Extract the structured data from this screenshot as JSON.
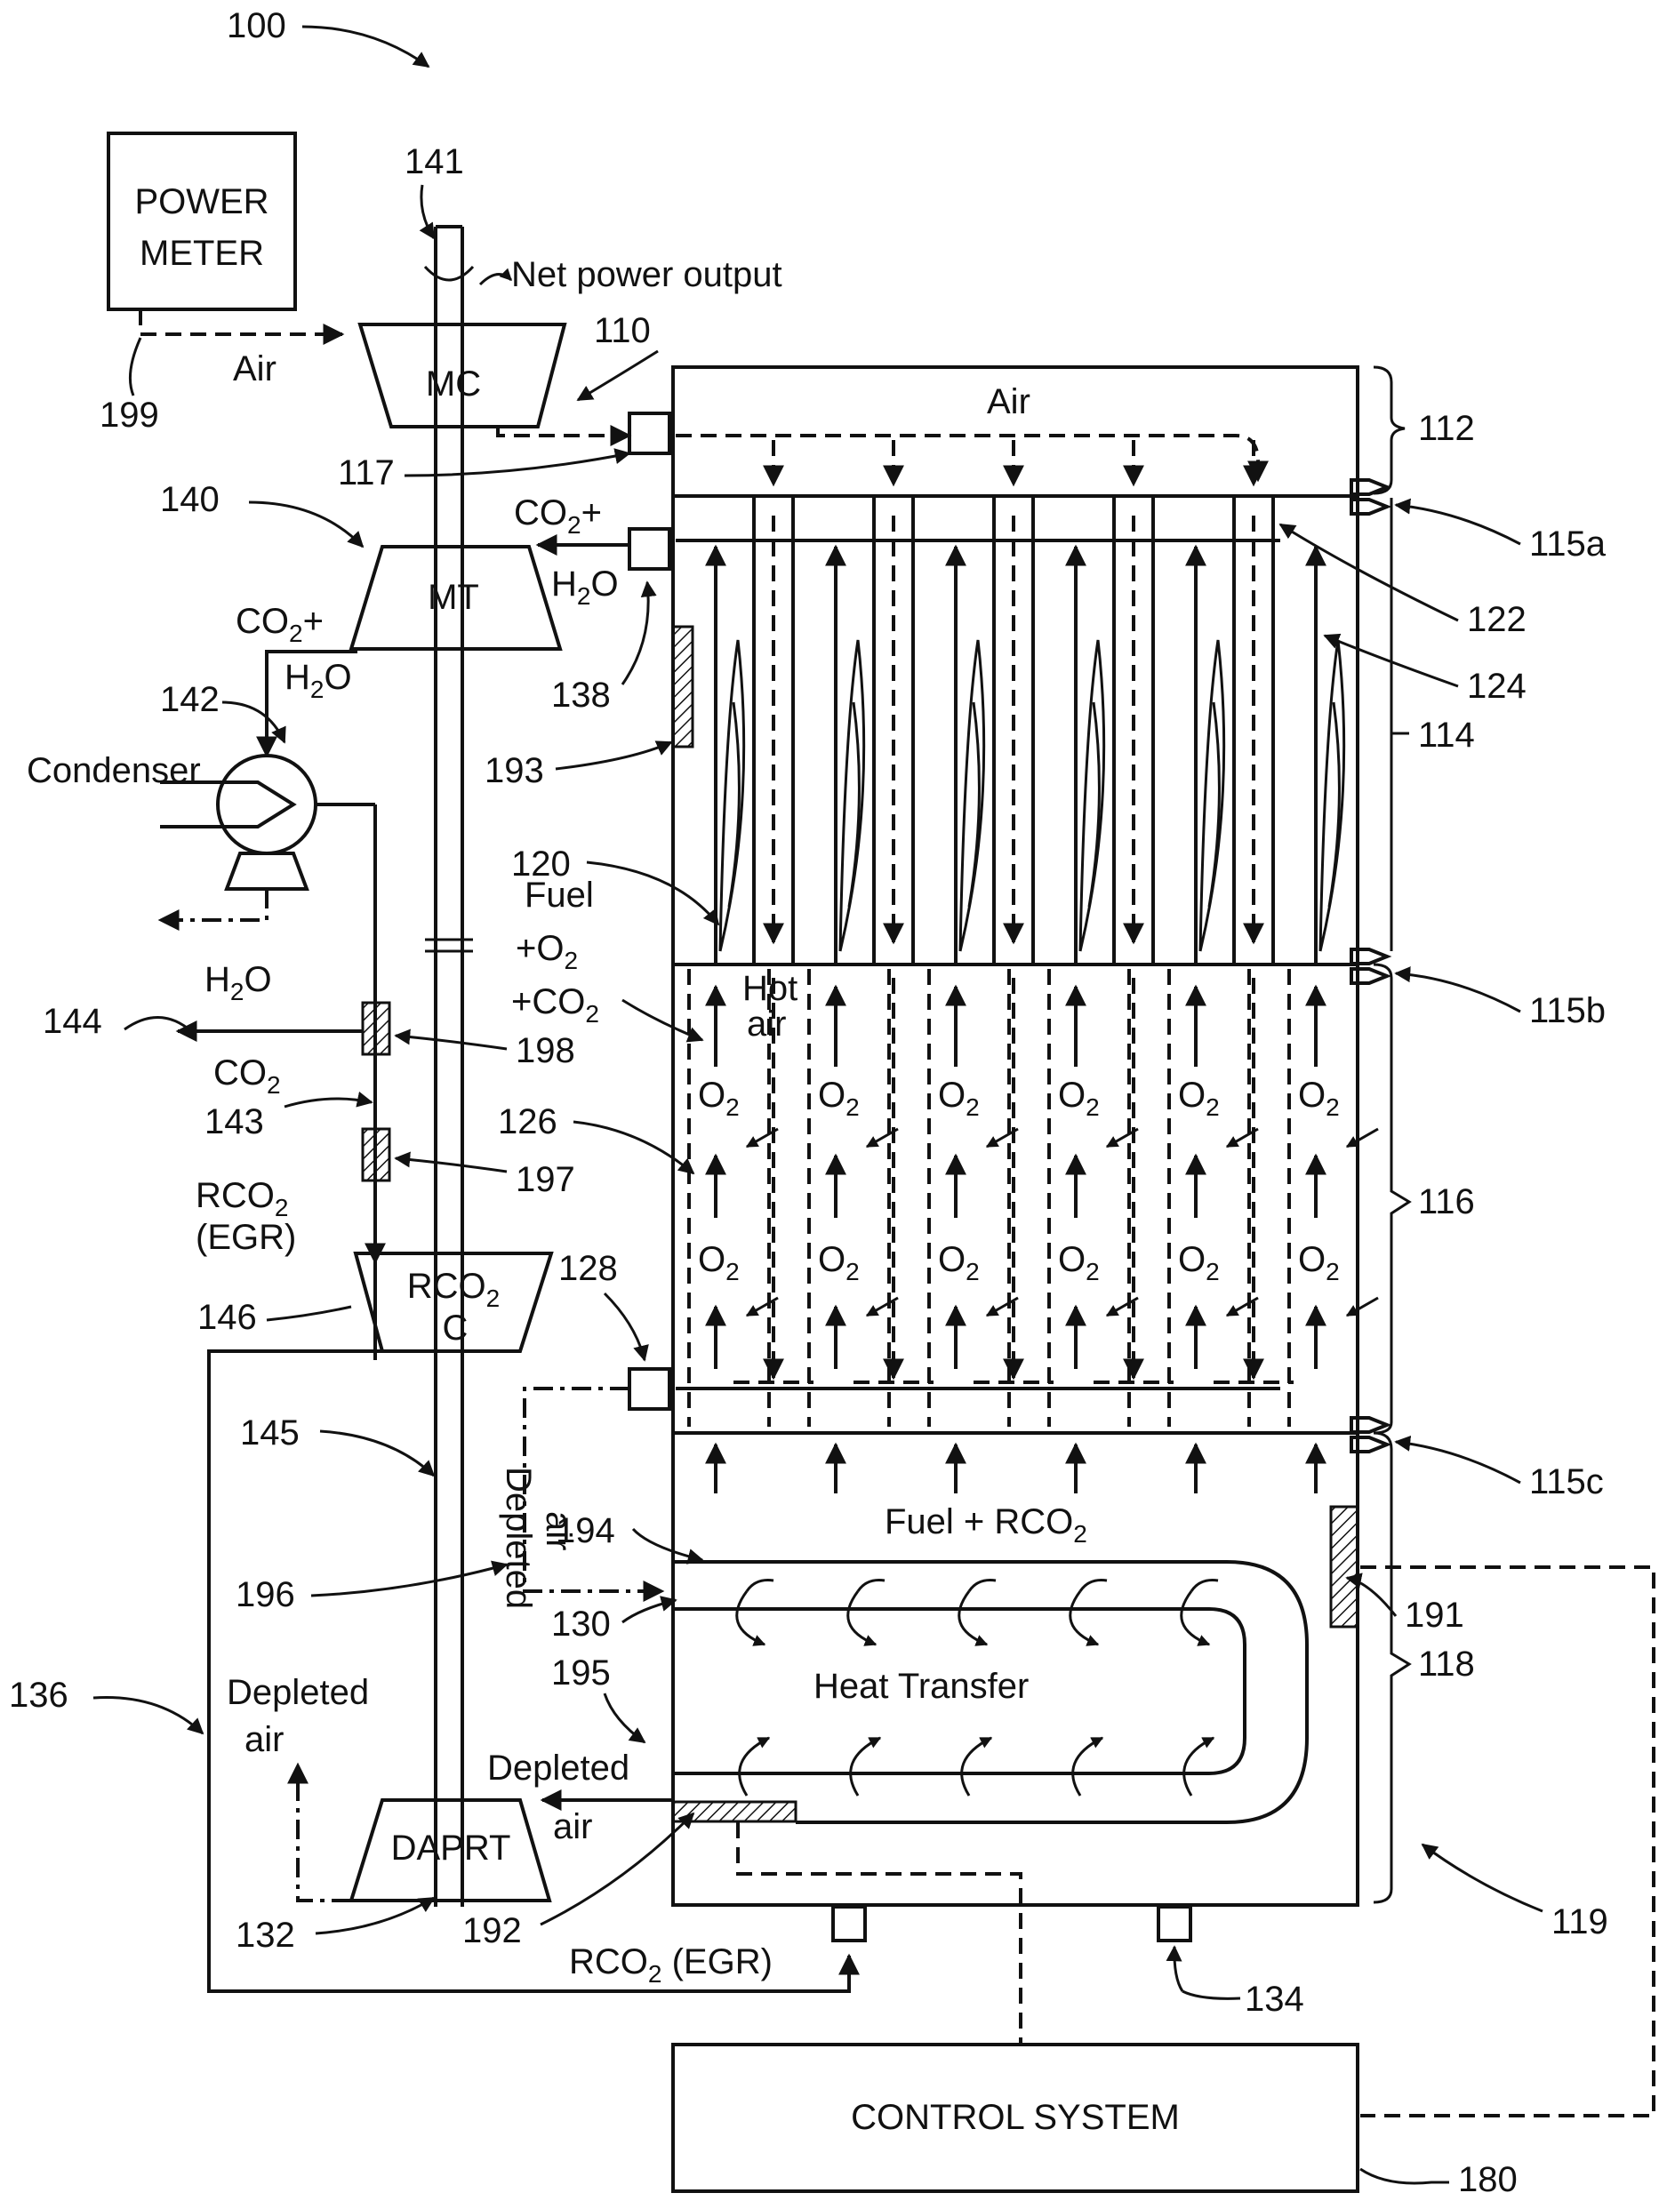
{
  "figure_ref": "100",
  "power_meter": {
    "line1": "POWER",
    "line2": "METER",
    "ref": "199"
  },
  "shaft": {
    "ref": "141",
    "output_label": "Net power output"
  },
  "mc": {
    "label": "MC",
    "ref": "110",
    "inlet_label": "Air",
    "outlet_ref": "117"
  },
  "mt": {
    "label": "MT",
    "ref": "140",
    "inlet_l1": "CO",
    "inlet_l1_sub": "2",
    "inlet_l1_tail": "+",
    "inlet_l2": "H",
    "inlet_l2_sub": "2",
    "inlet_l2_tail": "O",
    "inlet_ref": "138"
  },
  "mt_out": {
    "l1": "CO",
    "l1_sub": "2",
    "l1_tail": "+",
    "l2": "H",
    "l2_sub": "2",
    "l2_tail": "O"
  },
  "condenser": {
    "label": "Condenser",
    "ref": "142",
    "water": "H",
    "water_sub": "2",
    "water_tail": "O"
  },
  "co2_out": {
    "ref": "144",
    "label": "CO",
    "label_sub": "2",
    "line_ref": "143",
    "valve1_ref": "198",
    "valve2_ref": "197"
  },
  "rco2_egr": {
    "l1": "RCO",
    "l1_sub": "2",
    "l2": "(EGR)"
  },
  "rco2c": {
    "l1": "RCO",
    "l1_sub": "2",
    "l2": "C",
    "ref": "146"
  },
  "loop_ref": "136",
  "shaft_ref": "145",
  "daprt": {
    "label": "DAPRT",
    "ref": "132",
    "exhaust_l1": "Depleted",
    "exhaust_l2": "air"
  },
  "sections": {
    "top": "112",
    "combustion": "114",
    "membrane": "116",
    "bottom": "118",
    "whole": "119"
  },
  "seals": [
    "115a",
    "115b",
    "115c"
  ],
  "air_label": "Air",
  "combustion_refs": {
    "r122": "122",
    "r124": "124",
    "r120": "120",
    "r193": "193"
  },
  "fuel_mix": {
    "l1": "Fuel",
    "l2": "+O",
    "l2_sub": "2",
    "l3": "+CO",
    "l3_sub": "2"
  },
  "hot_air": {
    "l1": "Hot",
    "l2": "air"
  },
  "o2": {
    "t": "O",
    "sub": "2"
  },
  "membrane_refs": {
    "r126": "126",
    "r128": "128"
  },
  "depleted_air_vertical": {
    "l1": "Depleted",
    "l2": "air"
  },
  "fuel_rco2": {
    "t": "Fuel + RCO",
    "sub": "2"
  },
  "heat_transfer": "Heat Transfer",
  "bottom_refs": {
    "r194": "194",
    "r196": "196",
    "r130": "130",
    "r195": "195",
    "r191": "191",
    "r192": "192",
    "r134": "134"
  },
  "depleted_air_out": {
    "l1": "Depleted",
    "l2": "air"
  },
  "rco2_egr_bottom": {
    "t": "RCO",
    "sub": "2",
    "tail": " (EGR)"
  },
  "control": {
    "label": "CONTROL SYSTEM",
    "ref": "180"
  }
}
